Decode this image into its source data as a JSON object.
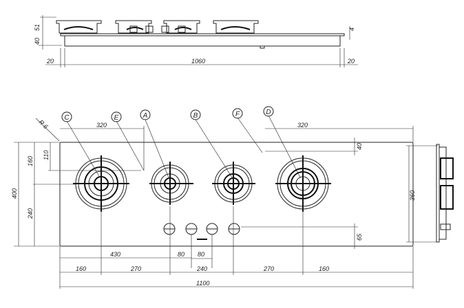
{
  "front_view": {
    "dims": {
      "burner_height": "51",
      "body_height": "40",
      "glass": "4",
      "left_margin": "20",
      "body_width": "1060",
      "right_margin": "20"
    }
  },
  "plan_view": {
    "callouts": [
      "C",
      "E",
      "A",
      "B",
      "F",
      "D"
    ],
    "corner_radius": "R 6",
    "dims": {
      "left_320": "320",
      "right_320": "320",
      "d110": "110",
      "d160": "160",
      "d400": "400",
      "d240": "240",
      "d40": "40",
      "d65": "65",
      "d430": "430",
      "d80a": "80",
      "d80b": "80",
      "b160a": "160",
      "b270a": "270",
      "b240": "240",
      "b270b": "270",
      "b160b": "160",
      "total": "1100"
    }
  },
  "side_view": {
    "dims": {
      "depth": "360"
    }
  }
}
